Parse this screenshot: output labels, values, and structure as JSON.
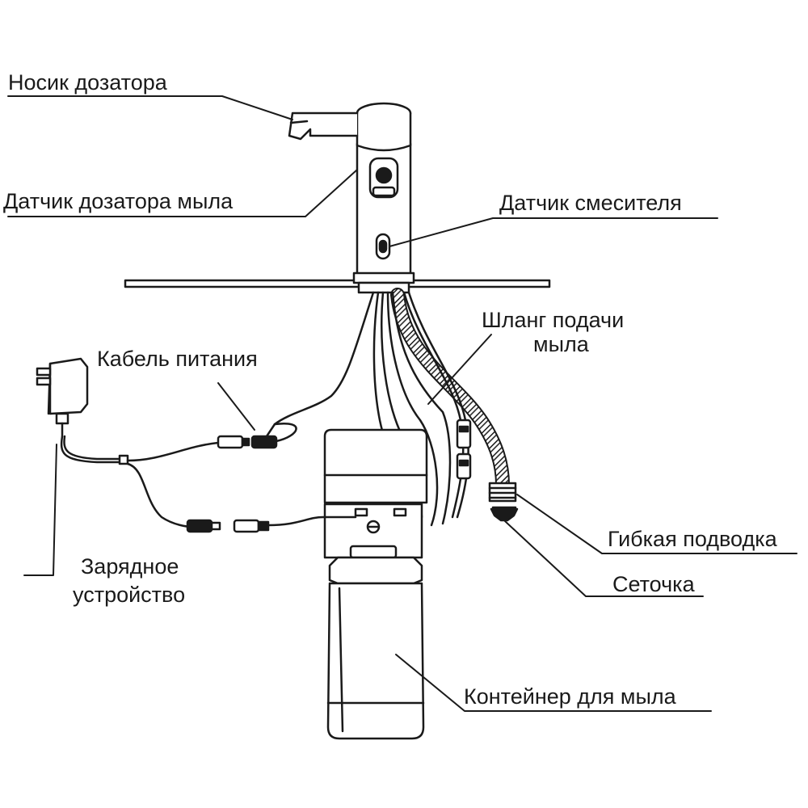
{
  "labels": {
    "spout": "Носик дозатора",
    "soap_sensor": "Датчик дозатора мыла",
    "mixer_sensor": "Датчик смесителя",
    "soap_hose_line1": "Шланг подачи",
    "soap_hose_line2": "мыла",
    "power_cable": "Кабель питания",
    "charger_line1": "Зарядное",
    "charger_line2": "устройство",
    "flex_hose": "Гибкая подводка",
    "mesh": "Сеточка",
    "soap_container": "Контейнер для мыла"
  },
  "colors": {
    "ink": "#1a1a1a",
    "background": "#ffffff",
    "faucet_fill": "#f2f2f2"
  }
}
